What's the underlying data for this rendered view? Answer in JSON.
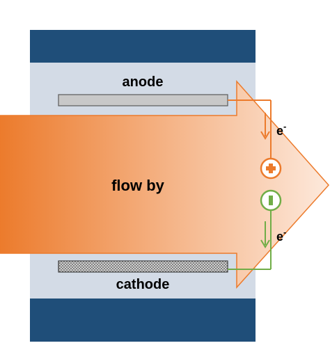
{
  "labels": {
    "anode": "anode",
    "cathode": "cathode",
    "flow": "flow by",
    "electron_top": "e",
    "electron_top_sup": "-",
    "electron_bottom": "e",
    "electron_bottom_sup": "-"
  },
  "colors": {
    "end_plate": "#1f4e79",
    "cell_body": "#d3dbe6",
    "arrow_start": "#ec7b2c",
    "arrow_end": "#fde9dc",
    "anode_wire": "#ec7b2c",
    "cathode_wire": "#70ad47",
    "electrode_fill": "#c8c8c8",
    "electrode_border": "#5a5a5a"
  },
  "icons": {
    "positive_terminal": "plus-circle-icon",
    "negative_terminal": "minus-circle-icon"
  }
}
